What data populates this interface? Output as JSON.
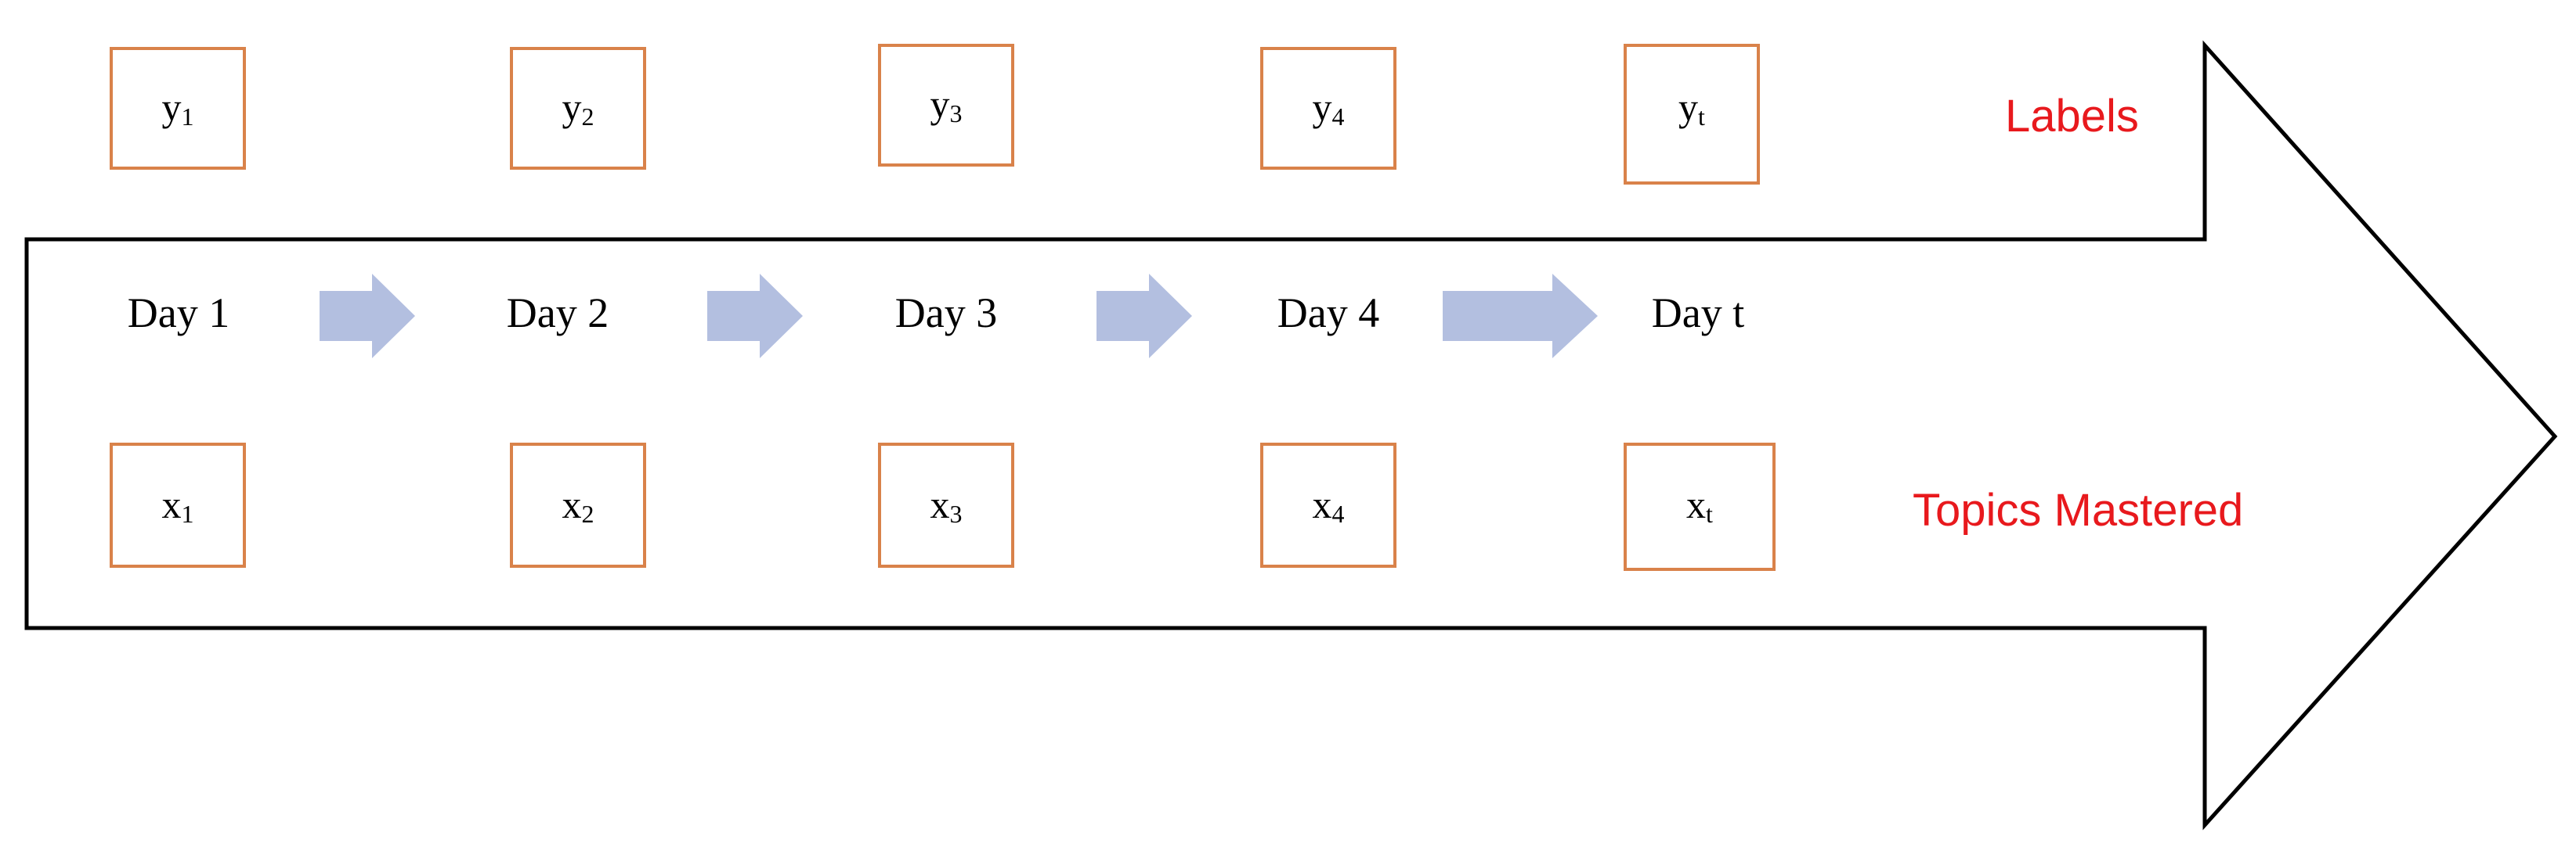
{
  "colors": {
    "box_border": "#d9824a",
    "step_arrow": "#b3bfe0",
    "big_arrow_outline": "#000000",
    "side_label": "#e8191d"
  },
  "labels_row": {
    "title": "Labels",
    "boxes": [
      {
        "base": "y",
        "sub": "1"
      },
      {
        "base": "y",
        "sub": "2"
      },
      {
        "base": "y",
        "sub": "3"
      },
      {
        "base": "y",
        "sub": "4"
      },
      {
        "base": "y",
        "sub": "t"
      }
    ]
  },
  "days": [
    "Day 1",
    "Day 2",
    "Day 3",
    "Day 4",
    "Day t"
  ],
  "topics_row": {
    "title": "Topics Mastered",
    "boxes": [
      {
        "base": "x",
        "sub": "1"
      },
      {
        "base": "x",
        "sub": "2"
      },
      {
        "base": "x",
        "sub": "3"
      },
      {
        "base": "x",
        "sub": "4"
      },
      {
        "base": "x",
        "sub": "t"
      }
    ]
  }
}
